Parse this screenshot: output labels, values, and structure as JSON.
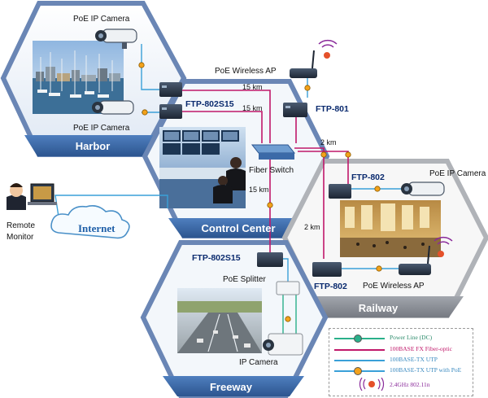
{
  "zones": {
    "harbor": "Harbor",
    "control_center": "Control Center",
    "railway": "Railway",
    "freeway": "Freeway"
  },
  "labels": {
    "poe_ip_camera_top": "PoE IP Camera",
    "poe_ip_camera_harbor2": "PoE IP Camera",
    "poe_wireless_ap_top": "PoE Wireless AP",
    "ftp_802s15_top": "FTP-802S15",
    "ftp_801": "FTP-801",
    "fiber_switch": "Fiber Switch",
    "ftp_802_rail_top": "FTP-802",
    "poe_ip_camera_rail": "PoE IP Camera",
    "ftp_802_rail_bottom": "FTP-802",
    "poe_wireless_ap_rail": "PoE Wireless AP",
    "ftp_802s15_free": "FTP-802S15",
    "poe_splitter": "PoE Splitter",
    "ip_camera": "IP Camera",
    "remote_monitor_1": "Remote",
    "remote_monitor_2": "Monitor",
    "internet": "Internet"
  },
  "distances": {
    "d1": "15 km",
    "d2": "15 km",
    "d3": "15 km",
    "d4": "2 km",
    "d5": "2 km"
  },
  "legend": {
    "items": [
      {
        "text": "Power Line (DC)",
        "color": "#2ab08a"
      },
      {
        "text": "100BASE FX Fiber-optic",
        "color": "#c0186a"
      },
      {
        "text": "100BASE-TX UTP",
        "color": "#3aa0d8"
      },
      {
        "text": "100BASE-TX UTP with PoE",
        "color": "#3aa0d8"
      },
      {
        "text": "2.4GHz 802.11n",
        "color": "#8a2a9a"
      }
    ]
  },
  "colors": {
    "hex_border": "#6a86b5",
    "banner_blue": "#3b6aa8",
    "banner_gray": "#8b8f98",
    "fiber": "#c0186a",
    "utp": "#3aa0d8",
    "power": "#2ab08a"
  }
}
